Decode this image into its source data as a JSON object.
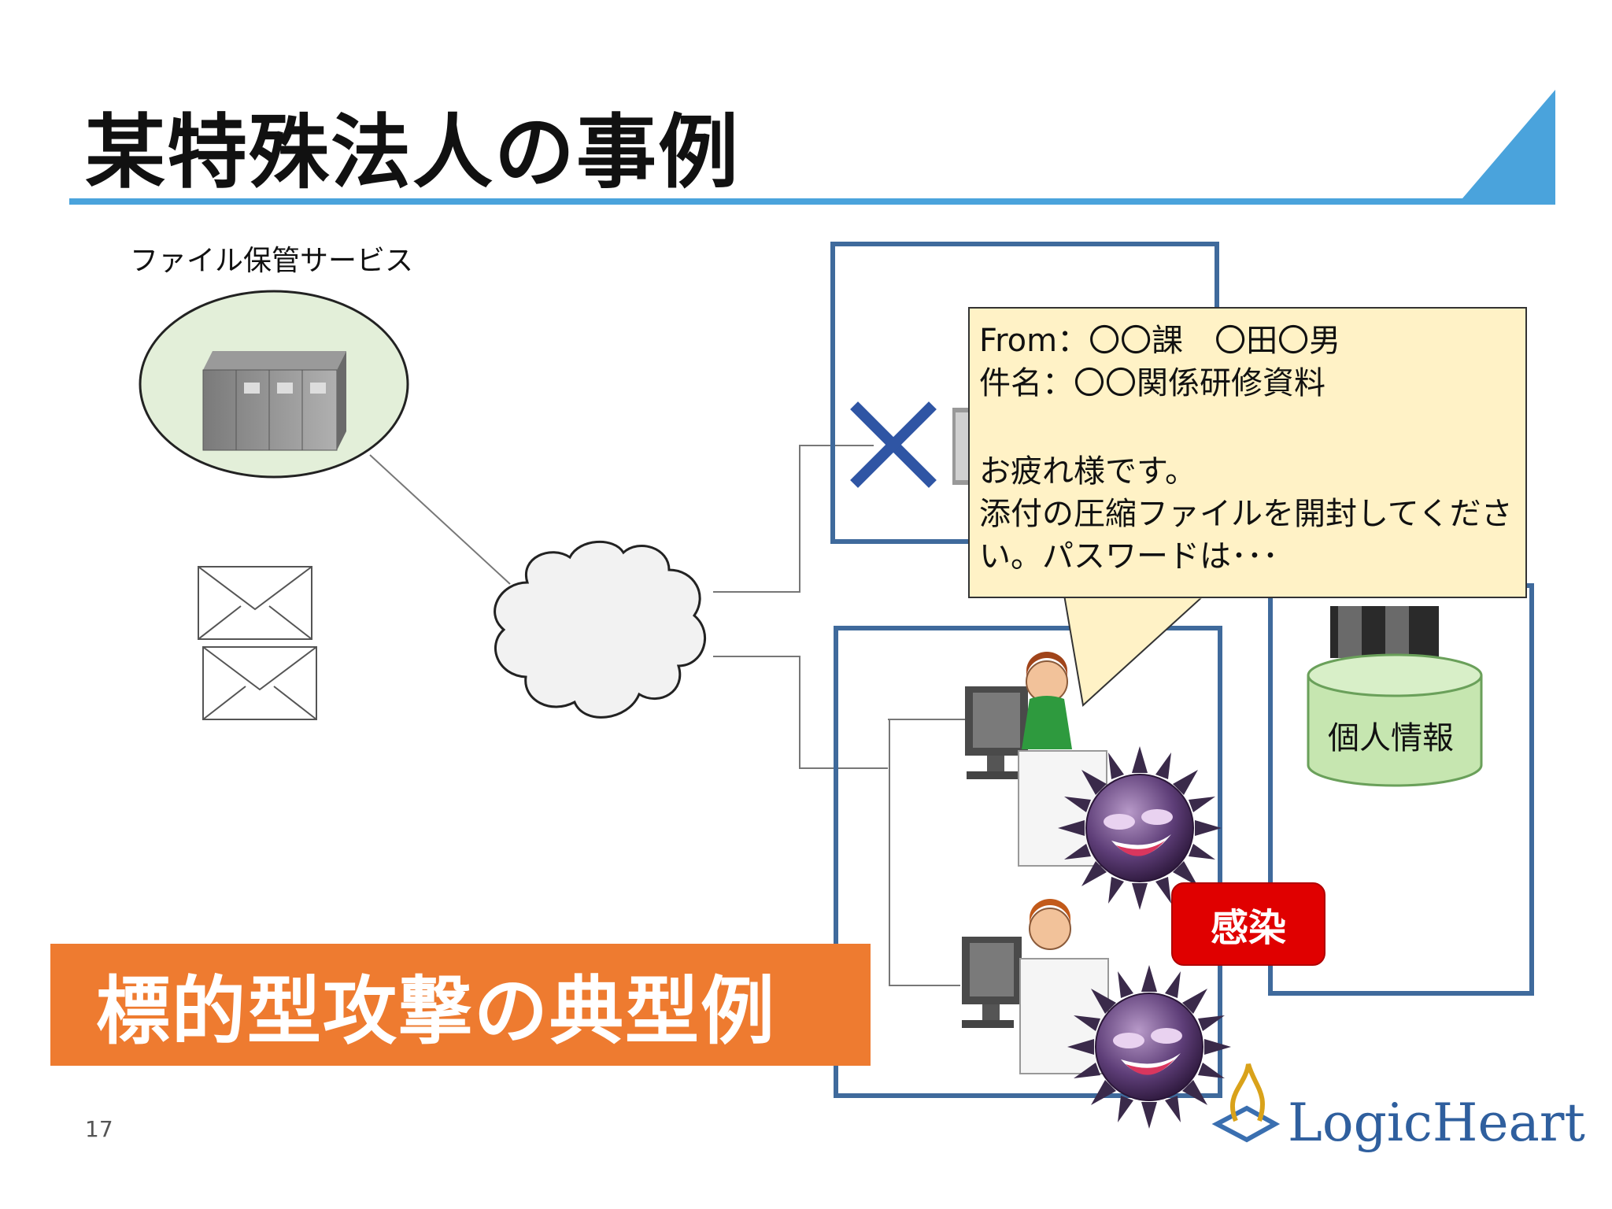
{
  "slide": {
    "title": "某特殊法人の事例",
    "page_number": "17"
  },
  "diagram": {
    "server_label": "ファイル保管サービス",
    "email": {
      "from_line": "From：〇〇課　〇田〇男",
      "subject_line": "件名：〇〇関係研修資料",
      "greeting": "お疲れ様です。",
      "body": "添付の圧縮ファイルを開封してください。パスワードは･･･"
    },
    "infection_label": "感染",
    "database_label": "個人情報"
  },
  "banner": {
    "text": "標的型攻撃の典型例"
  },
  "logo": {
    "text": "LogicHeart"
  },
  "colors": {
    "title_rule": "#4aa3dc",
    "banner": "#ee7b30",
    "frame": "#3f6a9c",
    "infection": "#e00000",
    "database": "#c6e6b0",
    "tooltip": "#fff2c6",
    "cross": "#2f55a4"
  }
}
